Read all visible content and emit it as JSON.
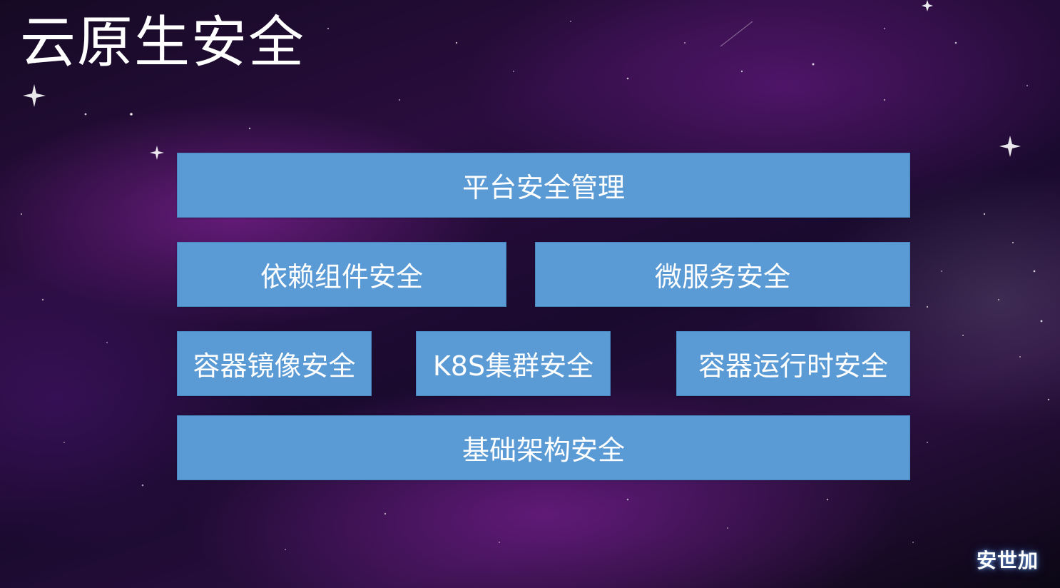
{
  "title": "云原生安全",
  "diagram": {
    "rows": [
      {
        "boxes": [
          {
            "label": "平台安全管理"
          }
        ]
      },
      {
        "boxes": [
          {
            "label": "依赖组件安全"
          },
          {
            "label": "微服务安全"
          }
        ]
      },
      {
        "boxes": [
          {
            "label": "容器镜像安全"
          },
          {
            "label": "K8S集群安全"
          },
          {
            "label": "容器运行时安全"
          }
        ]
      },
      {
        "boxes": [
          {
            "label": "基础架构安全"
          }
        ]
      }
    ],
    "box_color": "#5b9bd5",
    "text_color": "#ffffff"
  },
  "logo": "安世加"
}
